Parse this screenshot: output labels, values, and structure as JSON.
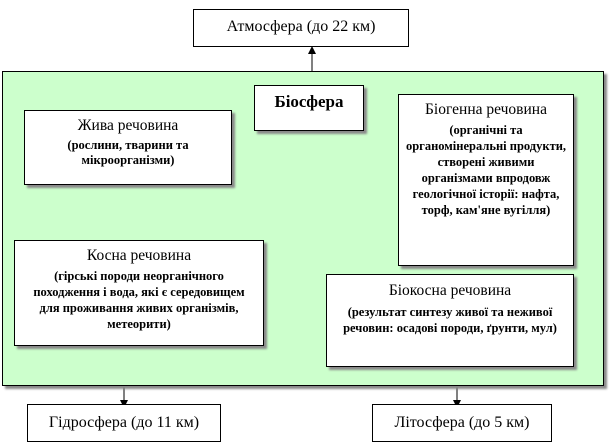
{
  "top": {
    "atmosphere": "Атмосфера (до 22 км)"
  },
  "center": {
    "biosphere": "Біосфера"
  },
  "blocks": {
    "living": {
      "title": "Жива речовина",
      "desc": "(рослини, тварини та мікроорганізми)"
    },
    "biogenic": {
      "title": "Біогенна речовина",
      "desc": "(органічні та органомінеральні продукти, створені живими організмами впродовж геологічної історії: нафта, торф, кам'яне вугілля)"
    },
    "inert": {
      "title": "Косна речовина",
      "desc": "(гірські породи неорганічного походження і вода, які є середовищем для проживання живих організмів, метеорити)"
    },
    "bioinert": {
      "title": "Біокосна речовина",
      "desc": "(результат синтезу живої та неживої речовин: осадові породи, ґрунти, мул)"
    }
  },
  "bottom": {
    "hydrosphere": "Гідросфера (до 11 км)",
    "lithosphere": "Літосфера (до 5 км)"
  },
  "colors": {
    "region_fill": "#ccffcc",
    "border": "#000000",
    "shadow": "#8a8a8a"
  }
}
